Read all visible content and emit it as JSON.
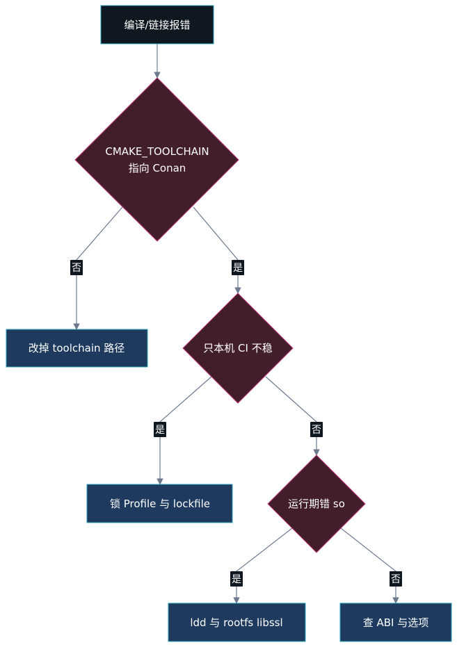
{
  "colors": {
    "start_fill": "#0f1720",
    "start_stroke": "#2aa1b3",
    "decision_fill": "#421e2b",
    "decision_stroke": "#c0337a",
    "process_fill": "#1e3a5f",
    "process_stroke": "#2aa1b3",
    "edge": "#6b7a8f",
    "edge_label_bg": "#0f1720"
  },
  "nodes": {
    "start": "编译/链接报错",
    "d1_line1": "CMAKE_TOOLCHAIN",
    "d1_line2": "指向 Conan",
    "fix_toolchain": "改掉 toolchain 路径",
    "d2": "只本机 CI 不稳",
    "lock_profile": "锁 Profile 与 lockfile",
    "d3": "运行期错 so",
    "ldd": "ldd 与 rootfs libssl",
    "abi": "查 ABI 与选项"
  },
  "edges": {
    "d1_no": "否",
    "d1_yes": "是",
    "d2_yes": "是",
    "d2_no": "否",
    "d3_yes": "是",
    "d3_no": "否"
  }
}
